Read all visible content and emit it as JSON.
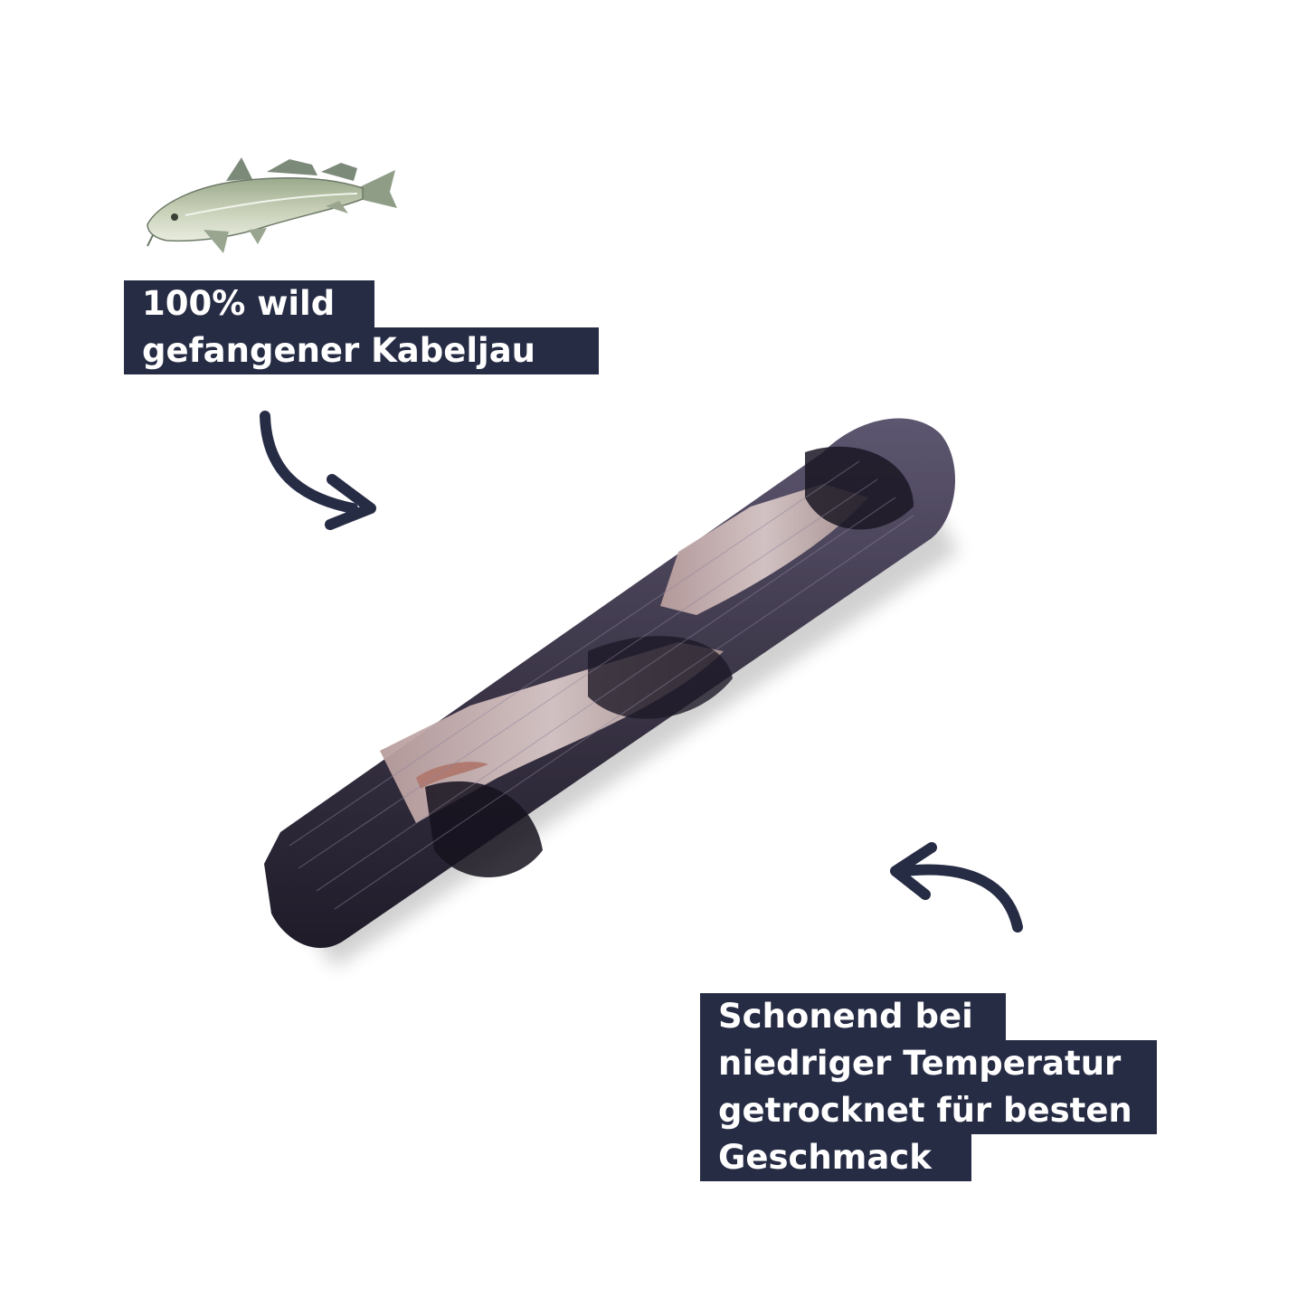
{
  "colors": {
    "background": "#ffffff",
    "label_background": "#272c45",
    "label_text": "#ffffff",
    "arrow": "#272c45"
  },
  "callout_top": {
    "lines": [
      "100% wild",
      "gefangener Kabeljau"
    ],
    "icon": "cod-fish-icon"
  },
  "callout_bottom": {
    "lines": [
      "Schonend bei",
      "niedriger Temperatur",
      "getrocknet für besten",
      "Geschmack"
    ]
  },
  "product": {
    "icon": "dried-cod-skin-roll"
  }
}
